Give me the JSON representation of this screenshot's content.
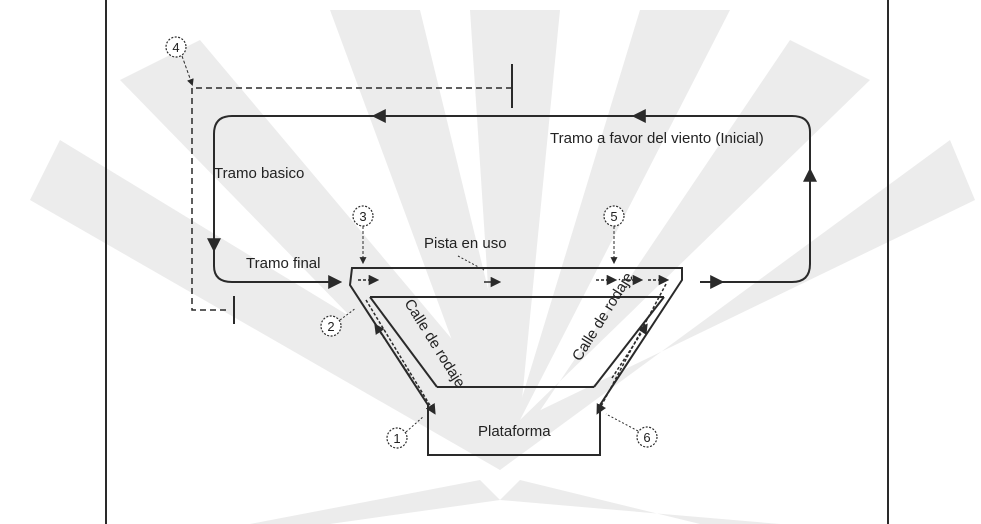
{
  "labels": {
    "downwind": "Tramo a favor del viento (Inicial)",
    "base": "Tramo basico",
    "final": "Tramo final",
    "runway": "Pista en uso",
    "taxiway_left": "Calle de rodaje",
    "taxiway_right": "Calle de rodaje",
    "apron": "Plataforma"
  },
  "markers": [
    "1",
    "2",
    "3",
    "4",
    "5",
    "6"
  ],
  "colors": {
    "line": "#2a2a2a",
    "watermark": "#ececec",
    "background": "#ffffff"
  }
}
